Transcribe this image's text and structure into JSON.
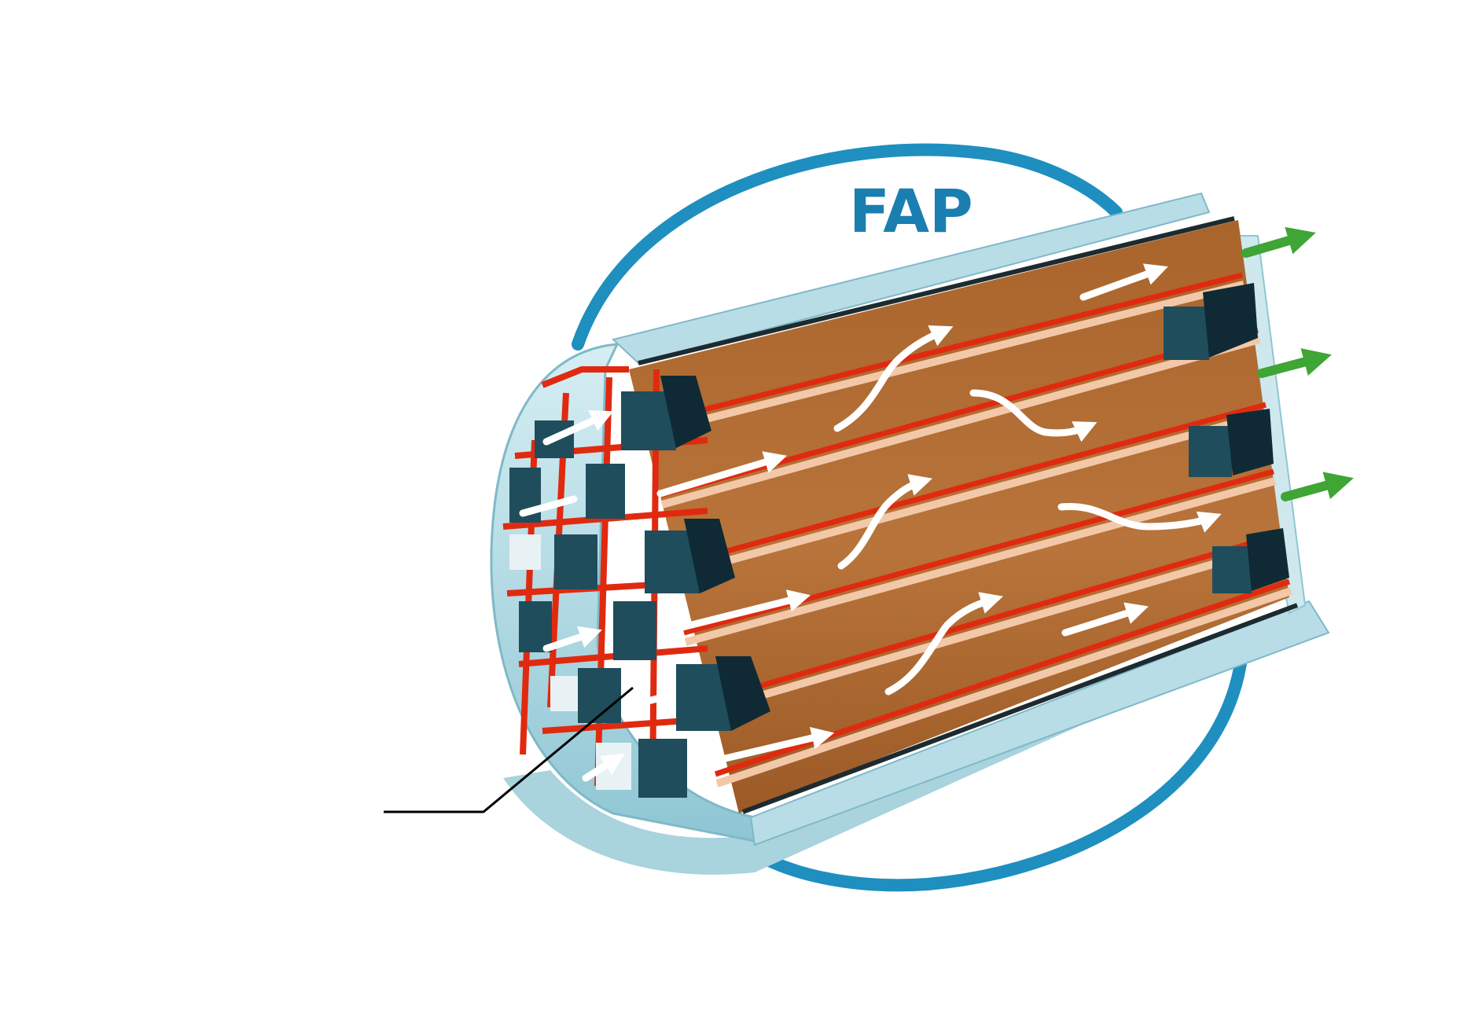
{
  "diagram": {
    "title": "FAP"
  },
  "colors": {
    "background": "#ffffff",
    "ring_blue": "#1e8fbf",
    "title_blue": "#1a7fb0",
    "casing_light": "#b8dde6",
    "casing_mid": "#8fc6d4",
    "casing_dark": "#5fa9bd",
    "channel_brown": "#b06a30",
    "channel_brown_dark": "#8a4f22",
    "channel_light": "#f2c8a8",
    "wall_red": "#e02a10",
    "plug_dark": "#0f2a35",
    "plug_side": "#1f4d5c",
    "flow_arrow": "#ffffff",
    "outlet_arrow": "#3fa535",
    "leader_line": "#000000"
  },
  "flow": {
    "outlet_arrow_count": 3
  },
  "icons": {
    "flow": "white-flow-arrow",
    "outlet": "green-outlet-arrow"
  }
}
